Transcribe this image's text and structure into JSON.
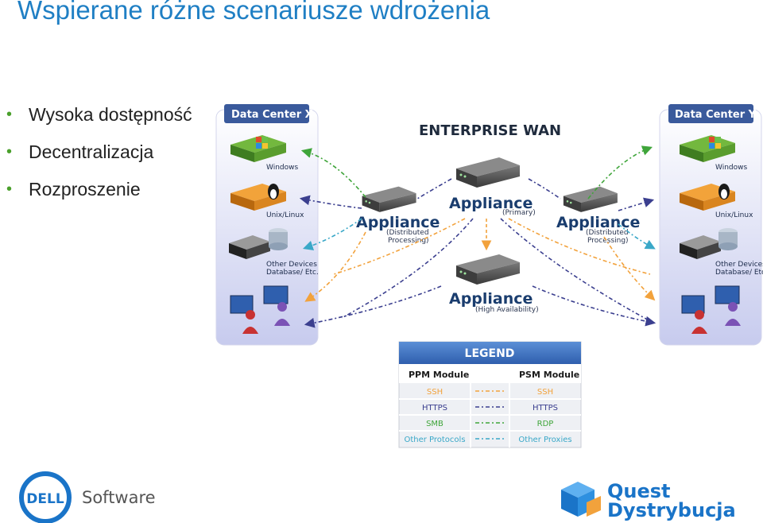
{
  "slide": {
    "title": "Wspierane różne scenariusze wdrożenia",
    "bullets": [
      "Wysoka dostępność",
      "Decentralizacja",
      "Rozproszenie"
    ]
  },
  "diagram": {
    "wan_label": "ENTERPRISE WAN",
    "data_centers": [
      {
        "title": "Data Center X",
        "devices": [
          "Windows",
          "Unix/Linux",
          "Other Devices",
          "Database/ Etc."
        ]
      },
      {
        "title": "Data Center Y",
        "devices": [
          "Windows",
          "Unix/Linux",
          "Other Devices",
          "Database/ Etc."
        ]
      }
    ],
    "appliances": [
      {
        "name": "Appliance",
        "sub": [
          "(Primary)"
        ]
      },
      {
        "name": "Appliance",
        "sub": [
          "(Distributed",
          "Processing)"
        ]
      },
      {
        "name": "Appliance",
        "sub": [
          "(Distributed",
          "Processing)"
        ]
      },
      {
        "name": "Appliance",
        "sub": [
          "(High Availability)"
        ]
      }
    ],
    "legend": {
      "title": "LEGEND",
      "ppm_header": "PPM Module",
      "psm_header": "PSM Module",
      "rows": [
        {
          "ppm": "SSH",
          "psm": "SSH",
          "color": "#f2a23c"
        },
        {
          "ppm": "HTTPS",
          "psm": "HTTPS",
          "color": "#3b3f8f"
        },
        {
          "ppm": "SMB",
          "psm": "RDP",
          "color": "#3fa53a"
        },
        {
          "ppm": "Other Protocols",
          "psm": "Other Proxies",
          "color": "#3aa8c8"
        }
      ]
    }
  },
  "colors": {
    "title": "#1f7fc4",
    "bullet": "#4aa02c",
    "ssh": "#f2a23c",
    "https": "#3b3f8f",
    "smb": "#3fa53a",
    "other": "#3aa8c8",
    "panel_header": "#3a5a9c"
  },
  "icons": [
    "windows-computer-icon",
    "linux-tux-computer-icon",
    "device-database-icon",
    "users-monitors-icon",
    "appliance-server-icon",
    "dell-logo-icon",
    "quest-cube-logo-icon"
  ],
  "footer": {
    "dell_brand": "DELL",
    "dell_product": "Software",
    "quest_line1": "Quest",
    "quest_line2": "Dystrybucja"
  }
}
